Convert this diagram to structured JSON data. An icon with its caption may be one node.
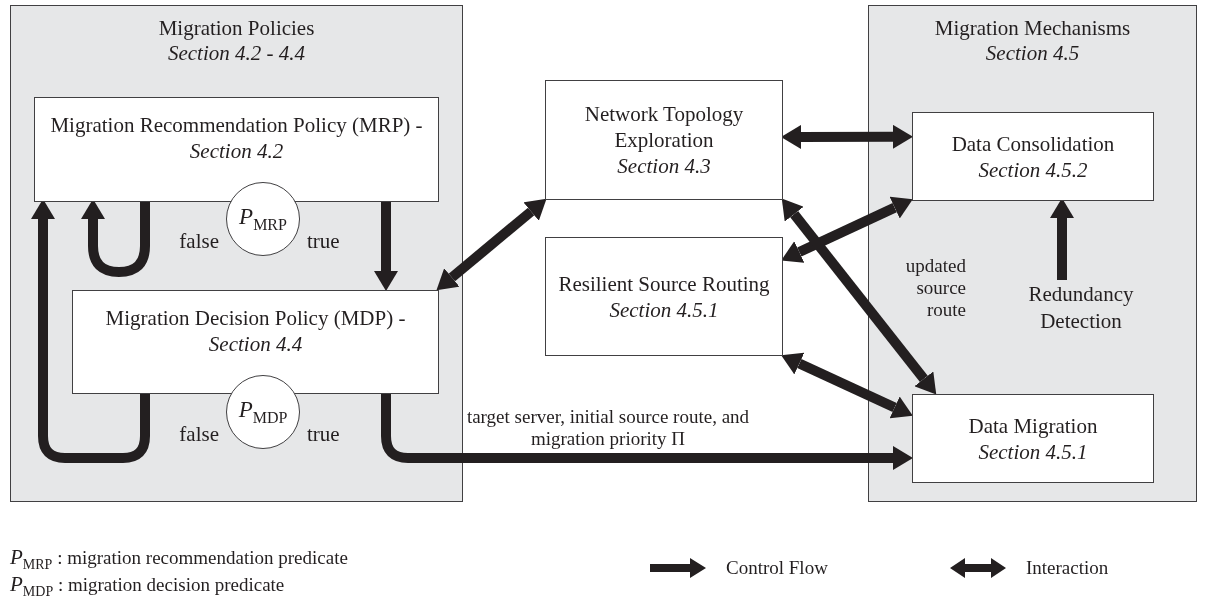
{
  "diagram": {
    "nodes": [
      {
        "text": [
          "Migration Policies",
          "Section 4.2 - 4.4"
        ]
      },
      {
        "text": [
          "Migration Recommendation Policy (MRP) - *Section 4.2*"
        ],
        "in": 0
      },
      {
        "text": [
          "*P*$_{MRP}$"
        ],
        "in": 0,
        "beside": [
          "false",
          "true"
        ]
      },
      {
        "text": [
          "Migration Decision Policy (MDP) - *Section 4.4*"
        ],
        "in": 0
      },
      {
        "text": [
          "*P*$_{MDP}$"
        ],
        "in": 0,
        "beside": [
          "false",
          "true"
        ]
      },
      {
        "text": [
          "Network Topology Exploration",
          "Section 4.3"
        ]
      },
      {
        "text": [
          "Resilient Source Routing",
          "Section 4.5.1"
        ]
      },
      {
        "text": [
          "Migration Mechanisms",
          "Section 4.5"
        ]
      },
      {
        "text": [
          "Data Consolidation",
          "Section 4.5.2"
        ],
        "in": 7
      },
      {
        "text": [
          "Data Migration",
          "Section 4.5.1"
        ],
        "in": 7
      },
      {
        "text": [
          "Redundancy Detection"
        ],
        "in": 7
      }
    ],
    "edges": [
      {
        "from": 1,
        "to": 1,
        "arrow": "to"
      },
      {
        "from": 1,
        "to": 3,
        "arrow": "to"
      },
      {
        "from": 3,
        "to": 1,
        "arrow": "to"
      },
      {
        "from": 3,
        "to": 9,
        "arrow": "to",
        "label": "target server, initial source route, and migration priority Π"
      },
      {
        "from": 3,
        "to": 5,
        "arrow": "both"
      },
      {
        "from": 5,
        "to": 8,
        "arrow": "both"
      },
      {
        "from": 6,
        "to": 8,
        "arrow": "both"
      },
      {
        "from": 5,
        "to": 9,
        "arrow": "both",
        "label": "updated source route"
      },
      {
        "from": 6,
        "to": 9,
        "arrow": "both"
      },
      {
        "from": 10,
        "to": 8,
        "arrow": "to"
      }
    ],
    "labels": [
      "*P*$_{MRP}$ : migration recommendation predicate",
      "*P*$_{MDP}$ : migration decision predicate"
    ],
    "legend": [
      {
        "text": "Control Flow"
      },
      {
        "text": "Interaction"
      }
    ]
  }
}
